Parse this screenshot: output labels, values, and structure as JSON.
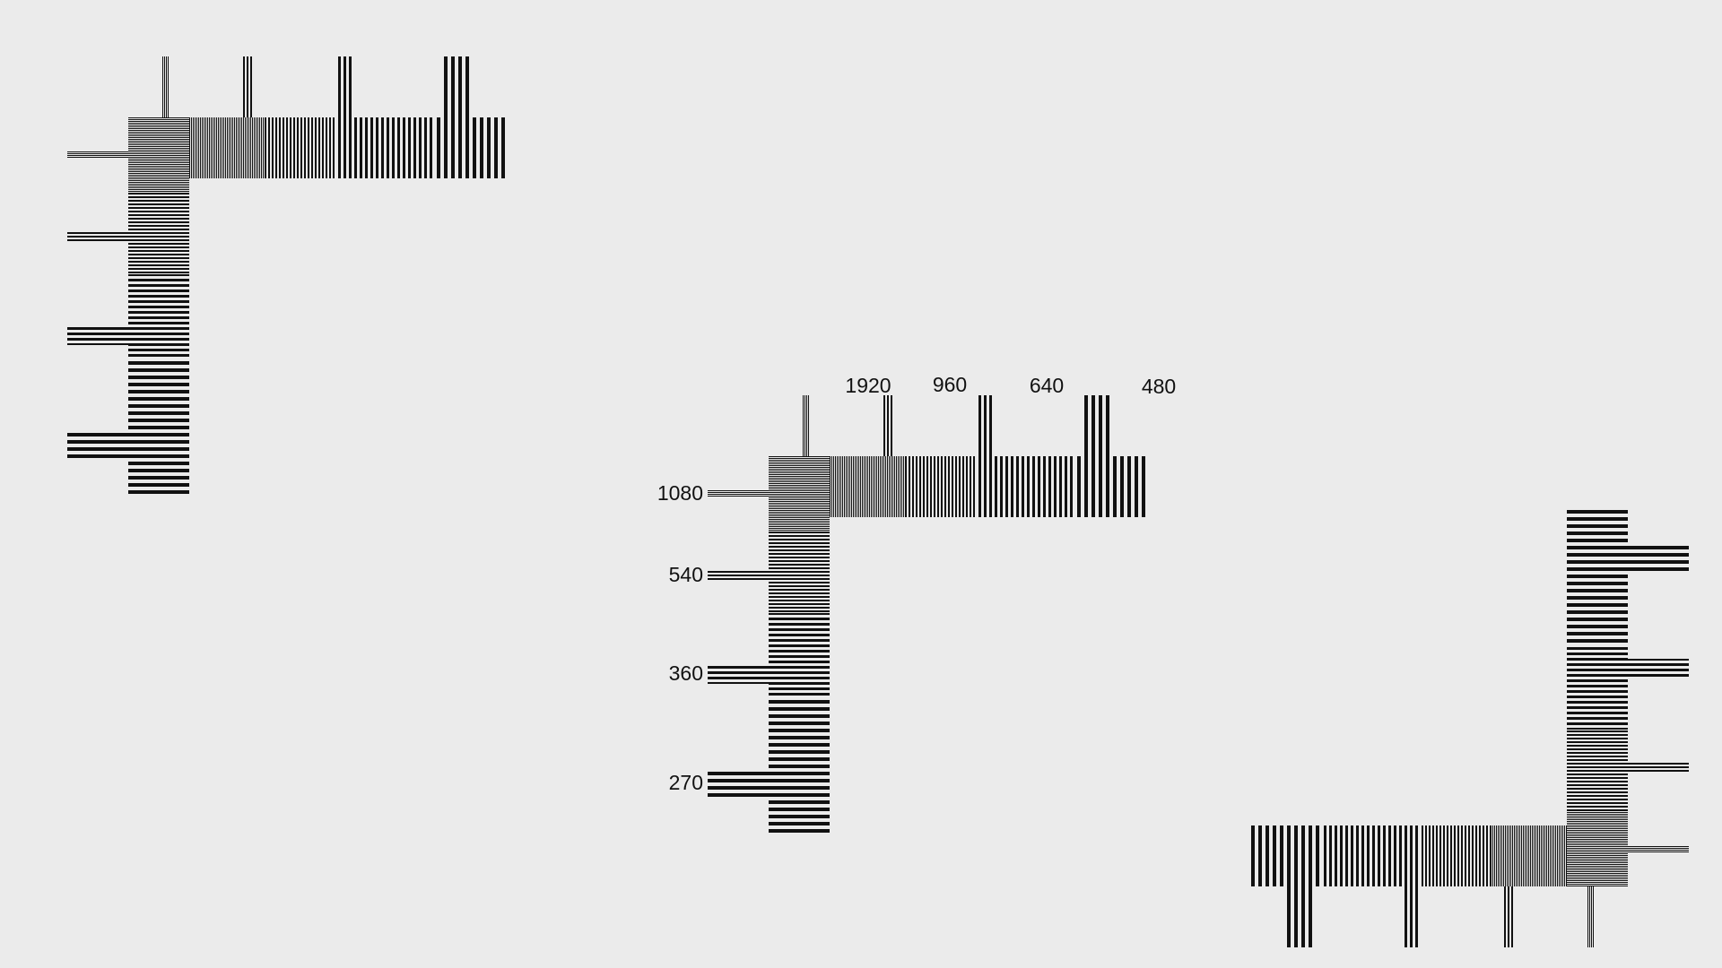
{
  "colors": {
    "background": "#ebebeb",
    "stripe_dark": "#111111",
    "stripe_light": "#ebebeb"
  },
  "labels": {
    "horizontal": [
      "1920",
      "960",
      "640",
      "480"
    ],
    "vertical": [
      "1080",
      "540",
      "360",
      "270"
    ]
  }
}
